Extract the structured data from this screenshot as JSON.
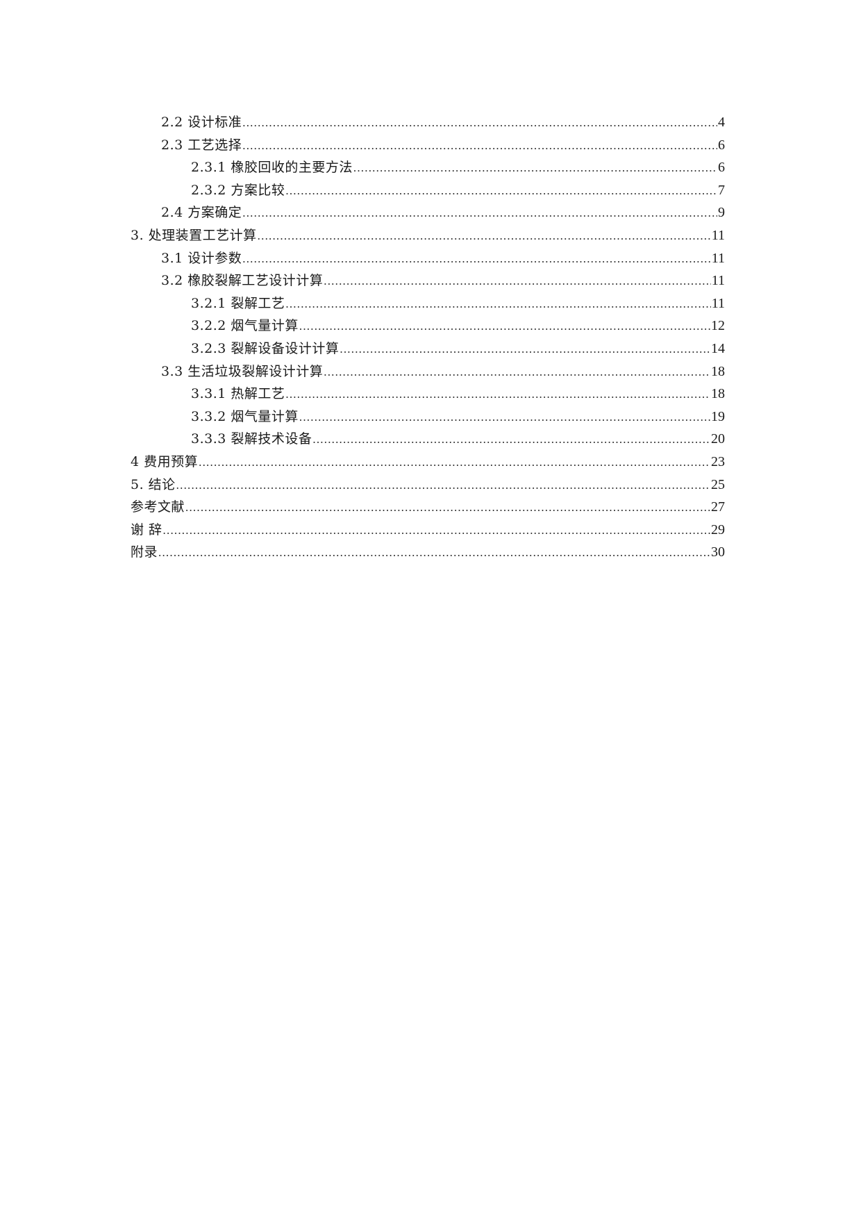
{
  "toc": {
    "entries": [
      {
        "level": 1,
        "title": "2.2 设计标准",
        "page": "4"
      },
      {
        "level": 1,
        "title": "2.3 工艺选择",
        "page": "6"
      },
      {
        "level": 2,
        "title": "2.3.1 橡胶回收的主要方法",
        "page": "6"
      },
      {
        "level": 2,
        "title": "2.3.2 方案比较",
        "page": "7"
      },
      {
        "level": 1,
        "title": "2.4 方案确定",
        "page": "9"
      },
      {
        "level": 0,
        "title": "3.  处理装置工艺计算",
        "page": "11"
      },
      {
        "level": 1,
        "title": "3.1 设计参数",
        "page": "11"
      },
      {
        "level": 1,
        "title": "3.2 橡胶裂解工艺设计计算",
        "page": "11"
      },
      {
        "level": 2,
        "title": "3.2.1 裂解工艺",
        "page": "11"
      },
      {
        "level": 2,
        "title": "3.2.2 烟气量计算",
        "page": "12"
      },
      {
        "level": 2,
        "title": "3.2.3 裂解设备设计计算",
        "page": "14"
      },
      {
        "level": 1,
        "title": "3.3 生活垃圾裂解设计计算",
        "page": "18"
      },
      {
        "level": 2,
        "title": "3.3.1 热解工艺",
        "page": "18"
      },
      {
        "level": 2,
        "title": "3.3.2 烟气量计算",
        "page": "19"
      },
      {
        "level": 2,
        "title": "3.3.3 裂解技术设备",
        "page": "20"
      },
      {
        "level": 0,
        "title": "4  费用预算",
        "page": "23"
      },
      {
        "level": 0,
        "title": "5. 结论",
        "page": "25"
      },
      {
        "level": 0,
        "title": "参考文献",
        "page": "27"
      },
      {
        "level": 0,
        "title": "谢 辞",
        "page": "29"
      },
      {
        "level": 0,
        "title": "附录",
        "page": "30"
      }
    ]
  }
}
